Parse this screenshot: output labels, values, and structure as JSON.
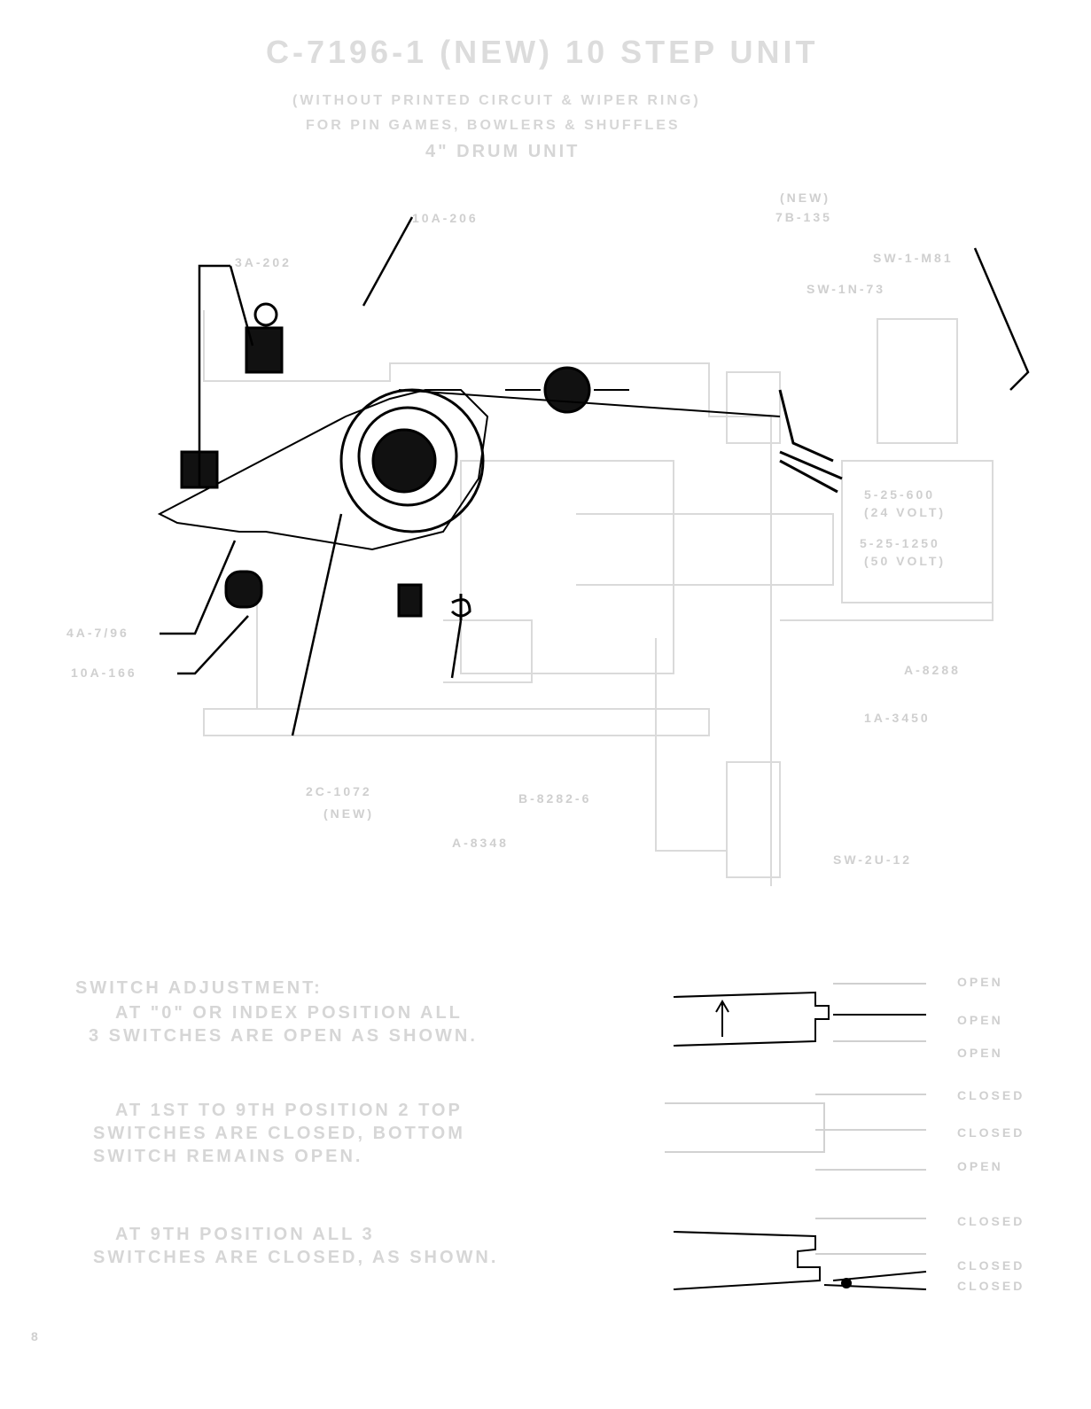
{
  "header": {
    "title": "C-7196-1 (NEW) 10 STEP UNIT",
    "subtitle1": "(WITHOUT PRINTED CIRCUIT & WIPER RING)",
    "subtitle2": "FOR PIN GAMES, BOWLERS & SHUFFLES",
    "subtitle3": "4\" DRUM UNIT"
  },
  "parts": {
    "p10a206": "10A-206",
    "p3a202": "3A-202",
    "new": "(NEW)",
    "p7b135": "7B-135",
    "sw1m81": "SW-1-M81",
    "sw1n73": "SW-1N-73",
    "coil1": "5-25-600",
    "coil1v": "(24 VOLT)",
    "coil2": "5-25-1250",
    "coil2v": "(50 VOLT)",
    "p4a796": "4A-7/96",
    "p10a166": "10A-166",
    "a8288": "A-8288",
    "p1a3450": "1A-3450",
    "p2c1072": "2C-1072",
    "p2c1072new": "(NEW)",
    "b8282": "B-8282-6",
    "a8348": "A-8348",
    "sw2u12": "SW-2U-12"
  },
  "notes": {
    "heading": "SWITCH ADJUSTMENT:",
    "n1a": "AT \"0\" OR INDEX POSITION ALL",
    "n1b": "3 SWITCHES ARE OPEN AS SHOWN.",
    "n2a": "AT 1ST TO 9TH POSITION 2 TOP",
    "n2b": "SWITCHES ARE CLOSED, BOTTOM",
    "n2c": "SWITCH REMAINS OPEN.",
    "n3a": "AT 9TH POSITION ALL 3",
    "n3b": "SWITCHES ARE CLOSED, AS SHOWN."
  },
  "states": {
    "d1": [
      "OPEN",
      "OPEN",
      "OPEN"
    ],
    "d2": [
      "CLOSED",
      "CLOSED",
      "OPEN"
    ],
    "d3": [
      "CLOSED",
      "CLOSED",
      "CLOSED"
    ]
  },
  "page_number": "8"
}
